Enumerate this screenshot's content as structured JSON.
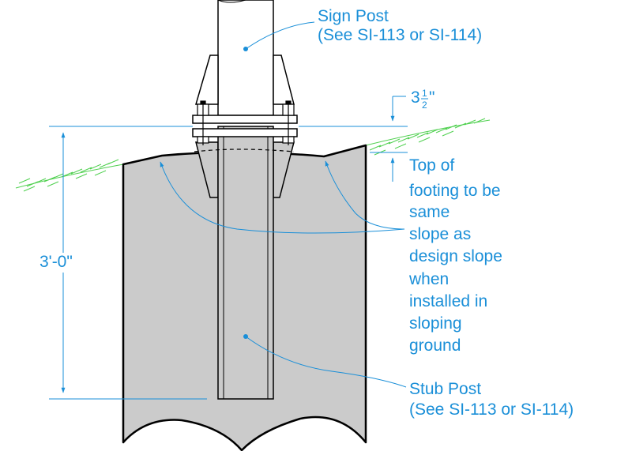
{
  "labels": {
    "sign_post_line1": "Sign Post",
    "sign_post_line2": "(See SI-113 or SI-114)",
    "stub_post_line1": "Stub Post",
    "stub_post_line2": "(See SI-113 or SI-114)",
    "top_of_footing": [
      "Top of",
      "footing to be",
      "same",
      "slope as",
      "design slope",
      "when",
      "installed in",
      "sloping",
      "ground"
    ]
  },
  "dimensions": {
    "depth": "3'-0\"",
    "stub_whole": "3",
    "stub_num": "1",
    "stub_den": "2",
    "inch_mark": "\""
  },
  "colors": {
    "annotation": "#1a8fd8",
    "ground_hatch": "#4fd04f",
    "concrete": "#cbcbcb",
    "outline": "#000000"
  }
}
